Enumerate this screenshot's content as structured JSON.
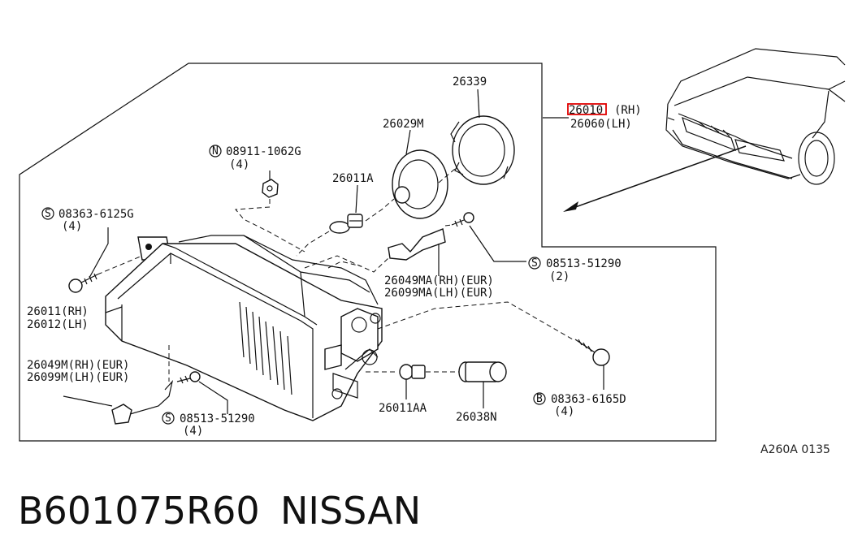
{
  "parts": {
    "p26339": "26339",
    "p26029m": "26029M",
    "p26011a": "26011A",
    "p08911": "08911-1062G",
    "p08911_qty": "(4)",
    "p08363_6125": "08363-6125G",
    "p08363_6125_qty": "(4)",
    "p26010": "26010",
    "p26010_side": "(RH)",
    "p26060": "26060(LH)",
    "p08513_top": "08513-51290",
    "p08513_top_qty": "(2)",
    "p26049ma": "26049MA(RH)(EUR)",
    "p26099ma": "26099MA(LH)(EUR)",
    "p26011": "26011(RH)",
    "p26012": "26012(LH)",
    "p26049m": "26049M(RH)(EUR)",
    "p26099m": "26099M(LH)(EUR)",
    "p08513_bot": "08513-51290",
    "p08513_bot_qty": "(4)",
    "p26011aa": "26011AA",
    "p26038n": "26038N",
    "p08363_6165": "08363-6165D",
    "p08363_6165_qty": "(4)"
  },
  "symbols": {
    "n": "N",
    "s": "S",
    "b": "B"
  },
  "highlight_color": "#e00000",
  "figure_ref": "A260A 0135",
  "footer": {
    "part_number": "B601075R60",
    "brand": "NISSAN"
  }
}
